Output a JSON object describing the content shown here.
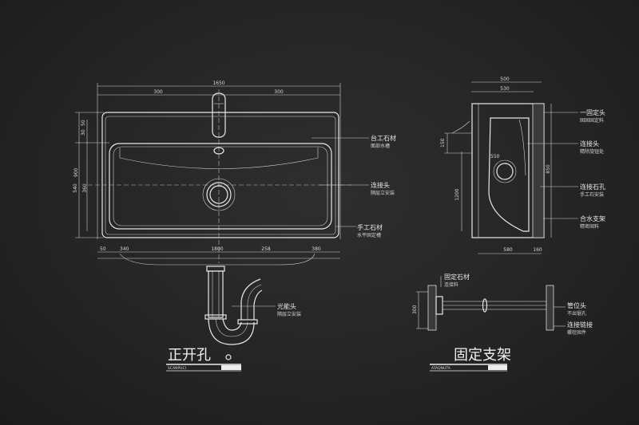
{
  "front_view": {
    "dims_top": {
      "overall": "1650",
      "left": "300",
      "right": "300"
    },
    "dims_left": [
      "50",
      "30",
      "900",
      "540",
      "360"
    ],
    "dims_bottom": [
      "50",
      "340",
      "1800",
      "258",
      "380"
    ],
    "callouts": [
      {
        "label": "台工石材",
        "sub": "面部水槽"
      },
      {
        "label": "连接头",
        "sub": "隔层立安装"
      },
      {
        "label": "手工石材",
        "sub": "水平固定槽"
      }
    ]
  },
  "side_view": {
    "dims_top": [
      "500",
      "530"
    ],
    "dims_left": [
      "150",
      "1200"
    ],
    "dim_inner": "550",
    "dim_right": "850",
    "dims_bottom": [
      "580",
      "160"
    ],
    "callouts": [
      {
        "label": "一固定头",
        "sub": "固固固定料"
      },
      {
        "label": "连接头",
        "sub": "精除旋钮处"
      },
      {
        "label": "连接石孔",
        "sub": "手工石安装"
      },
      {
        "label": "合水支架",
        "sub": "精密固料"
      }
    ]
  },
  "trap": {
    "callout": {
      "label": "光能头",
      "sub": "隔层立安装"
    }
  },
  "bracket": {
    "dim": "300",
    "callouts": [
      {
        "label": "固定石材",
        "sub": "连接料"
      },
      {
        "label": "管位头",
        "sub": "不出锯孔"
      },
      {
        "label": "连接链接",
        "sub": "螺栓固件"
      }
    ]
  },
  "titles": {
    "left": {
      "title": "正开孔",
      "caption": "SCANPUCI"
    },
    "right": {
      "title": "固定支架",
      "caption": "ATAQNUTA"
    }
  }
}
